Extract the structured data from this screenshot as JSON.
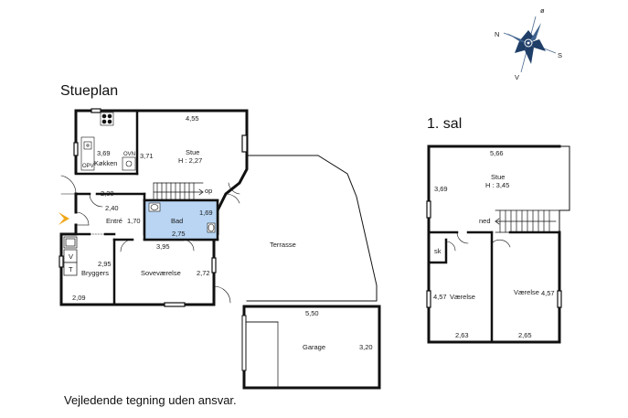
{
  "titles": {
    "ground_floor": "Stueplan",
    "first_floor": "1. sal",
    "disclaimer": "Vejledende tegning uden ansvar."
  },
  "compass": {
    "n": "N",
    "o": "ø",
    "s": "S",
    "v": "V"
  },
  "ground": {
    "dim_4_55": "4,55",
    "dim_3_69": "3,69",
    "kokken": "Køkken",
    "opv": "OPV",
    "ovn": "OVN",
    "dim_3_71": "3,71",
    "stue_name": "Stue",
    "stue_height": "H : 2,27",
    "op": "op",
    "dim_2_30": "2,30",
    "dim_2_40": "2,40",
    "entre": "Entré",
    "dim_1_70": "1,70",
    "bad": "Bad",
    "dim_1_69": "1,69",
    "dim_2_75": "2,75",
    "dim_3_95": "3,95",
    "terrasse": "Terrasse",
    "v": "V",
    "t": "T",
    "dim_2_95": "2,95",
    "bryggers": "Bryggers",
    "sovevaerelse": "Soveværelse",
    "dim_2_72": "2,72",
    "dim_2_09": "2,09",
    "dim_5_50": "5,50",
    "garage": "Garage",
    "dim_3_20": "3,20"
  },
  "first": {
    "dim_5_66": "5,66",
    "stue_name": "Stue",
    "stue_height": "H : 3,45",
    "dim_3_69": "3,69",
    "ned": "ned",
    "sk": "sk",
    "vaer_left": "Værelse",
    "dim_4_57_left": "4,57",
    "vaer_right": "Værelse",
    "dim_4_57_right": "4,57",
    "dim_2_63": "2,63",
    "dim_2_65": "2,65"
  },
  "colors": {
    "wall": "#111111",
    "bath_fill": "#b9d5f3",
    "entrance_arrow": "#f0a81c",
    "compass_blue": "#1f3e68"
  }
}
